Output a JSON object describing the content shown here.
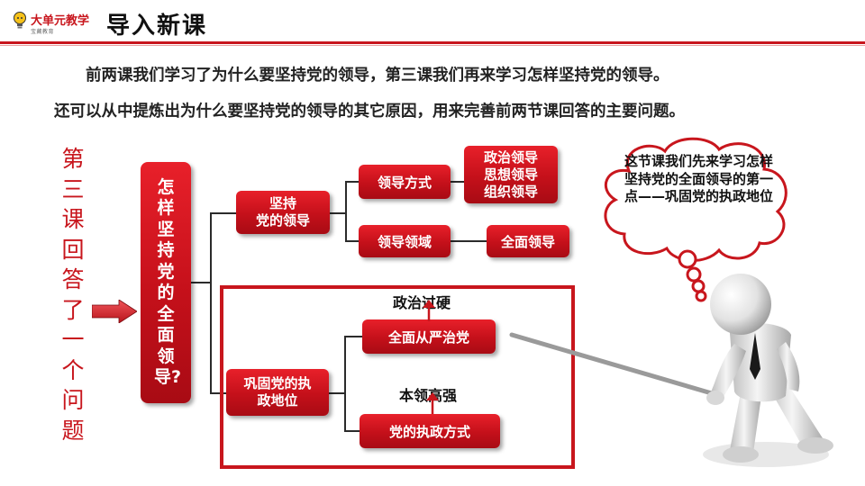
{
  "header": {
    "logo_text": "大单元教学",
    "logo_sub": "宝藏教育",
    "title": "导入新课"
  },
  "intro": {
    "line1": "前两课我们学习了为什么要坚持党的领导，第三课我们再来学习怎样坚持党的领导。",
    "line2": "还可以从中提炼出为什么要坚持党的领导的其它原因，用来完善前两节课回答的主要问题。"
  },
  "side_question": "第三课回答了一个问题",
  "diagram": {
    "main": "怎样坚持党的全面领导?",
    "jianchi": "坚持\n党的领导",
    "fangshi": "领导方式",
    "fangshi_items": "政治领导\n思想领导\n组织领导",
    "lingyu": "领导领域",
    "quanmian": "全面领导",
    "gonggu": "巩固党的执\n政地位",
    "congyan": "全面从严治党",
    "zhizheng": "党的执政方式",
    "zhengzhi_label": "政治过硬",
    "benling_label": "本领高强"
  },
  "bubble": {
    "text": "这节课我们先来学习怎样坚持党的全面领导的第一点——巩固党的执政地位"
  },
  "colors": {
    "accent_red": "#c8161d",
    "box_red": "#d8141c",
    "pointer_gray": "#9a9a9a"
  }
}
